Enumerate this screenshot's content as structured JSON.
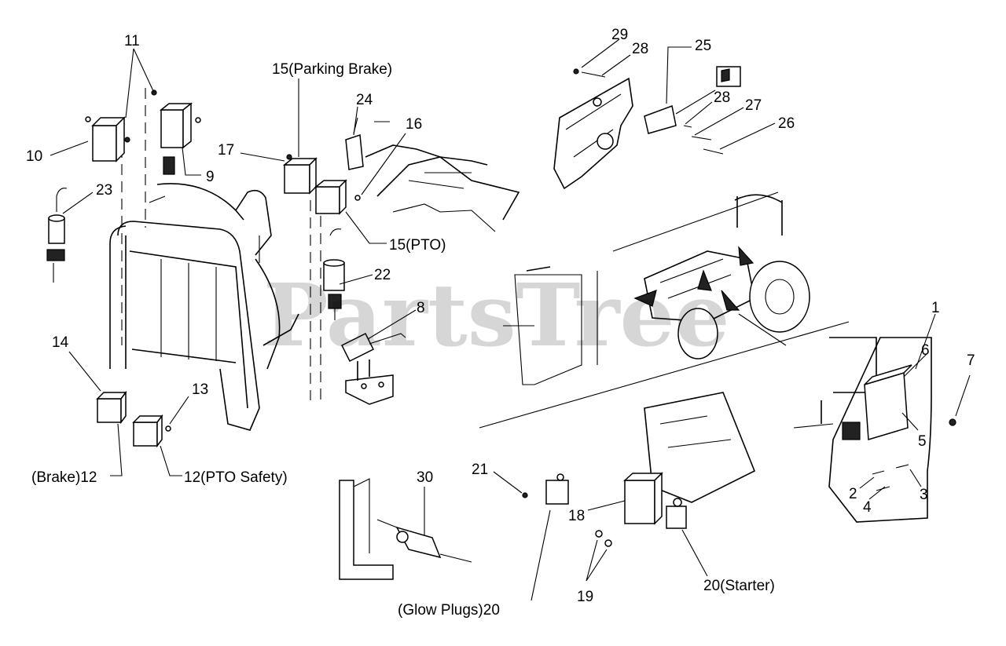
{
  "watermark": "PartsTree",
  "callouts": {
    "c1": "1",
    "c2": "2",
    "c3": "3",
    "c4": "4",
    "c5": "5",
    "c6": "6",
    "c7": "7",
    "c8": "8",
    "c9": "9",
    "c10": "10",
    "c11": "11",
    "c12_brake": "(Brake)12",
    "c12_pto_safety": "12(PTO Safety)",
    "c13": "13",
    "c14": "14",
    "c15_parking_brake": "15(Parking Brake)",
    "c15_pto": "15(PTO)",
    "c16": "16",
    "c17": "17",
    "c18": "18",
    "c19": "19",
    "c20_glow_plugs": "(Glow Plugs)20",
    "c20_starter": "20(Starter)",
    "c21": "21",
    "c22": "22",
    "c23": "23",
    "c24": "24",
    "c25": "25",
    "c26": "26",
    "c27": "27",
    "c28_upper": "28",
    "c28_lower": "28",
    "c29": "29",
    "c30": "30"
  }
}
